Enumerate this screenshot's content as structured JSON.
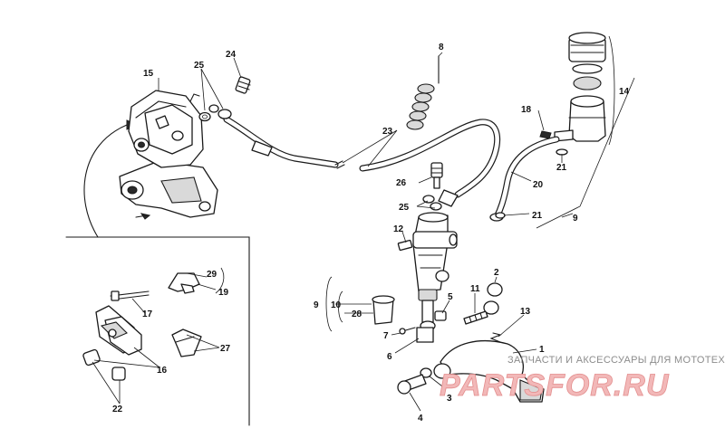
{
  "callouts": {
    "c1": "1",
    "c2": "2",
    "c3": "3",
    "c4": "4",
    "c5": "5",
    "c6": "6",
    "c7": "7",
    "c8": "8",
    "c9a": "9",
    "c9b": "9",
    "c10": "10",
    "c11": "11",
    "c12": "12",
    "c13": "13",
    "c14": "14",
    "c15": "15",
    "c16": "16",
    "c17": "17",
    "c18": "18",
    "c19": "19",
    "c20": "20",
    "c21a": "21",
    "c21b": "21",
    "c22": "22",
    "c23": "23",
    "c24": "24",
    "c25a": "25",
    "c25b": "25",
    "c26": "26",
    "c27": "27",
    "c28": "28",
    "c29": "29"
  },
  "watermark": {
    "caption": "ЗАПЧАСТИ И АКСЕССУАРЫ ДЛЯ МОТОТЕХНИКИ",
    "logo": "PARTSFOR.RU"
  },
  "colors": {
    "ink": "#1a1a1a",
    "watermark_logo": "#f2b8b8",
    "watermark_text": "#8c8c8c"
  }
}
